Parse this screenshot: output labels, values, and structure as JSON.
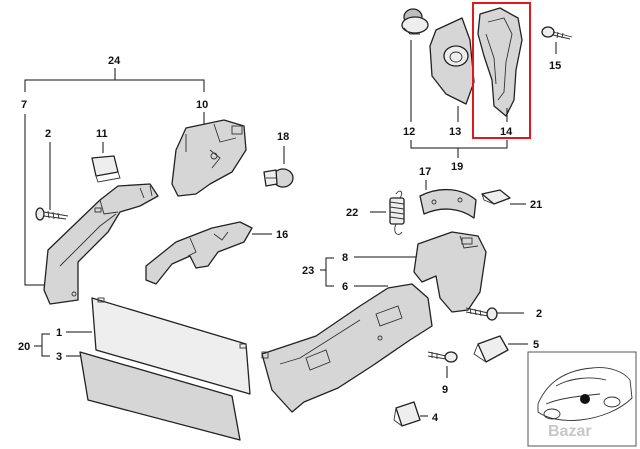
{
  "diagram": {
    "highlight_color": "#e0191d",
    "callouts": {
      "c1": "1",
      "c2a": "2",
      "c2b": "2",
      "c3": "3",
      "c4": "4",
      "c5": "5",
      "c6": "6",
      "c7": "7",
      "c8": "8",
      "c9": "9",
      "c10": "10",
      "c11": "11",
      "c12": "12",
      "c13": "13",
      "c14": "14",
      "c15": "15",
      "c16": "16",
      "c17": "17",
      "c18": "18",
      "c19": "19",
      "c20": "20",
      "c21": "21",
      "c22": "22",
      "c23": "23",
      "c24": "24"
    },
    "watermark": "Bazar"
  }
}
